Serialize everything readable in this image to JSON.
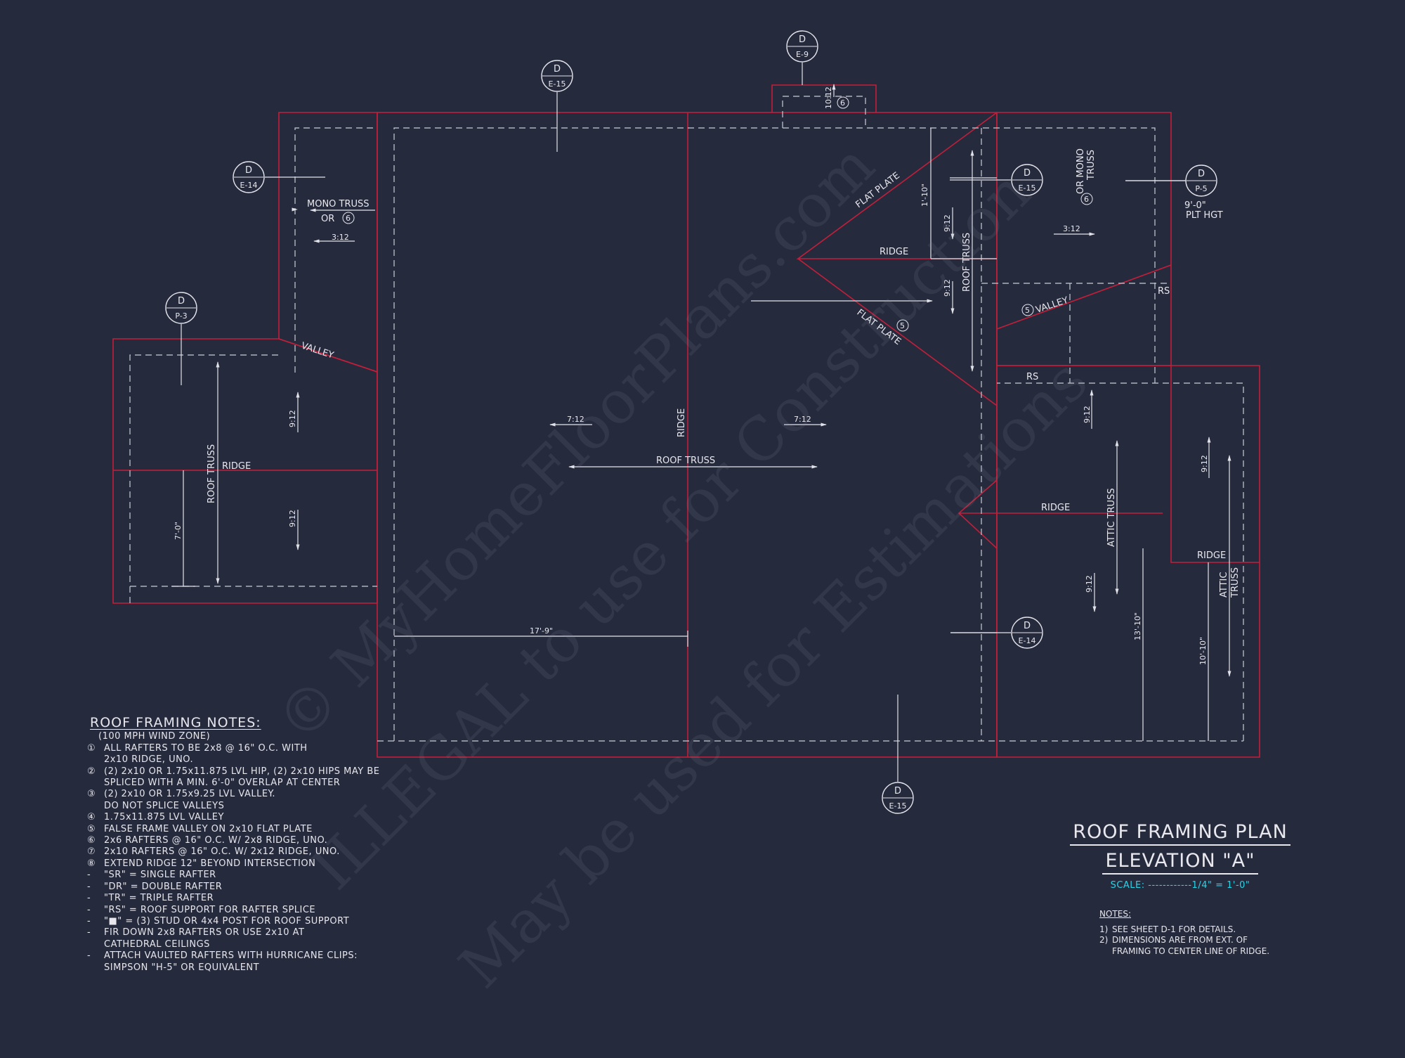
{
  "labels": {
    "mono_truss": "MONO TRUSS",
    "or6": "OR",
    "or_mono_truss_a": "OR MONO",
    "or_mono_truss_b": "TRUSS",
    "circ6": "6",
    "circ5": "5",
    "pitch_3_12": "3:12",
    "pitch_7_12": "7:12",
    "pitch_9_12": "9:12",
    "pitch_10_12": "10:12",
    "ridge": "RIDGE",
    "valley": "VALLEY",
    "flat_plate": "FLAT PLATE",
    "roof_truss": "ROOF TRUSS",
    "attic_truss": "ATTIC TRUSS",
    "attic": "ATTIC",
    "truss": "TRUSS",
    "rs": "RS",
    "plt_hgt_a": "9'-0\"",
    "plt_hgt_b": "PLT HGT",
    "dim_7_0": "7'-0\"",
    "dim_1_10": "1'-10\"",
    "dim_17_9": "17'-9\"",
    "dim_13_10": "13'-10\"",
    "dim_10_10": "10'-10\""
  },
  "section_markers": [
    {
      "letter": "D",
      "sheet": "E-9"
    },
    {
      "letter": "D",
      "sheet": "E-15"
    },
    {
      "letter": "D",
      "sheet": "E-14"
    },
    {
      "letter": "D",
      "sheet": "P-3"
    },
    {
      "letter": "D",
      "sheet": "E-15"
    },
    {
      "letter": "D",
      "sheet": "P-5"
    },
    {
      "letter": "D",
      "sheet": "E-14"
    },
    {
      "letter": "D",
      "sheet": "E-15"
    }
  ],
  "notes": {
    "title": "ROOF FRAMING NOTES:",
    "intro": "(100 MPH WIND ZONE)",
    "items": [
      {
        "mark": "①",
        "lines": [
          "ALL RAFTERS TO BE 2x8 @ 16\" O.C. WITH",
          "2x10 RIDGE, UNO."
        ]
      },
      {
        "mark": "②",
        "lines": [
          "(2) 2x10 OR 1.75x11.875 LVL HIP, (2) 2x10 HIPS MAY BE",
          "SPLICED WITH A MIN. 6'-0\" OVERLAP AT CENTER"
        ]
      },
      {
        "mark": "③",
        "lines": [
          "(2) 2x10 OR 1.75x9.25 LVL VALLEY.",
          "DO NOT SPLICE VALLEYS"
        ]
      },
      {
        "mark": "④",
        "lines": [
          "1.75x11.875 LVL VALLEY"
        ]
      },
      {
        "mark": "⑤",
        "lines": [
          "FALSE FRAME VALLEY ON 2x10 FLAT PLATE"
        ]
      },
      {
        "mark": "⑥",
        "lines": [
          "2x6 RAFTERS @ 16\" O.C. W/ 2x8 RIDGE, UNO."
        ]
      },
      {
        "mark": "⑦",
        "lines": [
          "2x10 RAFTERS @ 16\" O.C. W/ 2x12 RIDGE, UNO."
        ]
      },
      {
        "mark": "⑧",
        "lines": [
          "EXTEND RIDGE 12\" BEYOND INTERSECTION"
        ]
      },
      {
        "mark": "-",
        "lines": [
          "\"SR\" = SINGLE RAFTER"
        ]
      },
      {
        "mark": "-",
        "lines": [
          "\"DR\" = DOUBLE RAFTER"
        ]
      },
      {
        "mark": "-",
        "lines": [
          "\"TR\" = TRIPLE RAFTER"
        ]
      },
      {
        "mark": "-",
        "lines": [
          "\"RS\" = ROOF SUPPORT FOR RAFTER SPLICE"
        ]
      },
      {
        "mark": "-",
        "lines": [
          "\"■\" = (3) STUD OR 4x4 POST FOR ROOF SUPPORT"
        ]
      },
      {
        "mark": "-",
        "lines": [
          "FIR DOWN 2x8 RAFTERS OR USE 2x10 AT",
          "CATHEDRAL CEILINGS"
        ]
      },
      {
        "mark": "-",
        "lines": [
          "ATTACH VAULTED RAFTERS WITH HURRICANE CLIPS:",
          "SIMPSON \"H-5\" OR EQUIVALENT"
        ]
      }
    ]
  },
  "title_block": {
    "line1": "ROOF FRAMING PLAN",
    "line2": "ELEVATION \"A\"",
    "scale": "SCALE: ------------1/4\" = 1'-0\""
  },
  "general_notes": {
    "heading": "NOTES:",
    "items": [
      {
        "mark": "1)",
        "lines": [
          "SEE SHEET D-1 FOR DETAILS."
        ]
      },
      {
        "mark": "2)",
        "lines": [
          "DIMENSIONS ARE FROM EXT. OF",
          "FRAMING TO CENTER LINE OF RIDGE."
        ]
      }
    ]
  },
  "watermark": {
    "line1": "© MyHomeFloorPlans.com",
    "line2": "ILLEGAL to use for Construction",
    "line3": "May be used for Estimations"
  },
  "colors": {
    "background": "#262a3d",
    "wall": "#c21f3a",
    "line": "#e2e3ea",
    "scale_text": "#27d4e6"
  }
}
